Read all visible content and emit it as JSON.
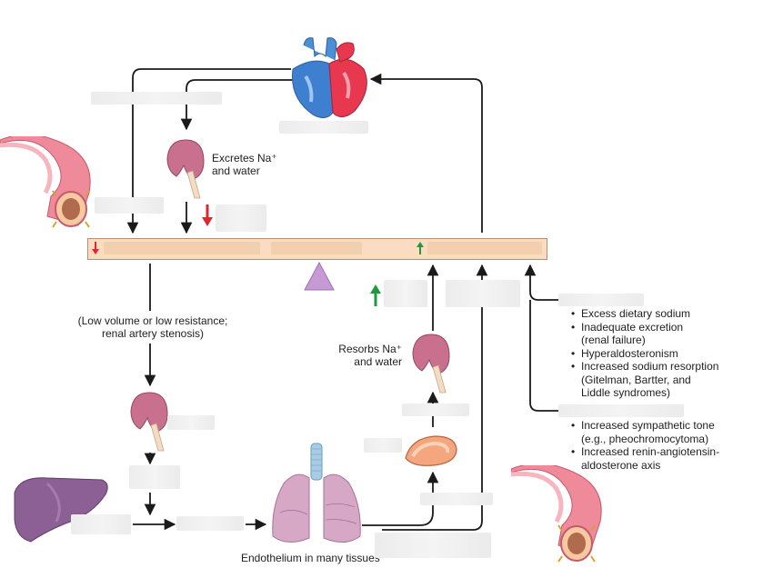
{
  "labels": {
    "excretes": "Excretes Na⁺\nand water",
    "low_volume": "(Low volume or low resistance;\nrenal artery stenosis)",
    "resorbs": "Resorbs Na⁺\nand water",
    "endothelium": "Endothelium in many tissues"
  },
  "conditions_sodium": [
    "Excess dietary sodium",
    "Inadequate excretion\n(renal failure)",
    "Hyperaldosteronism",
    "Increased sodium resorption\n(Gitelman, Bartter, and\nLiddle syndromes)"
  ],
  "conditions_sympathetic": [
    "Increased sympathetic tone\n(e.g., pheochromocytoma)",
    "Increased renin-angiotensin-\naldosterone axis"
  ],
  "colors": {
    "balance_bar": "#f9dcc1",
    "fulcrum": "#c79ad6",
    "down_arrow": "#e0262f",
    "up_arrow": "#1e9a3c",
    "kidney": "#c9708e",
    "vessel": "#ef8a9a",
    "liver": "#8c5f95",
    "lung": "#d6a8c6",
    "adrenal": "#f4a77e"
  },
  "icons": [
    "heart-icon",
    "kidney-icon",
    "artery-icon",
    "liver-icon",
    "lungs-icon",
    "adrenal-gland-icon",
    "down-arrow-icon",
    "up-arrow-icon"
  ]
}
